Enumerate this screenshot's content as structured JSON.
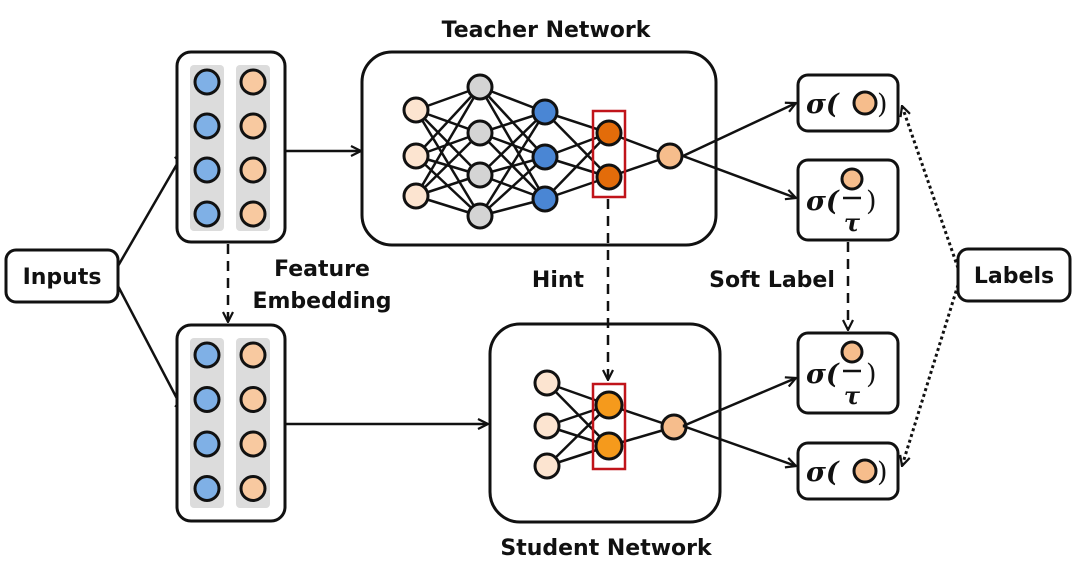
{
  "colors": {
    "input_node": "#fce4d0",
    "hidden_gray": "#d4d4d4",
    "hidden_blue": "#4a86d4",
    "embed_blue": "#7fb0e6",
    "embed_peach": "#f8c9a0",
    "hint_teacher": "#e36c0a",
    "hint_student": "#f59a1c",
    "output_node": "#f6bd8c",
    "hint_box": "#c0141a",
    "embed_col_bg": "#dcdcdc"
  },
  "labels": {
    "inputs": "Inputs",
    "labels": "Labels",
    "teacher": "Teacher Network",
    "student": "Student Network",
    "feature_line1": "Feature",
    "feature_line2": "Embedding",
    "hint": "Hint",
    "soft_label": "Soft Label"
  },
  "outputs": {
    "sigma": "σ(",
    "close": ")",
    "tau": "τ"
  },
  "teacher_layers": [
    3,
    4,
    3,
    2,
    1
  ],
  "student_layers": [
    3,
    2,
    1
  ],
  "embedding_rows": 4
}
